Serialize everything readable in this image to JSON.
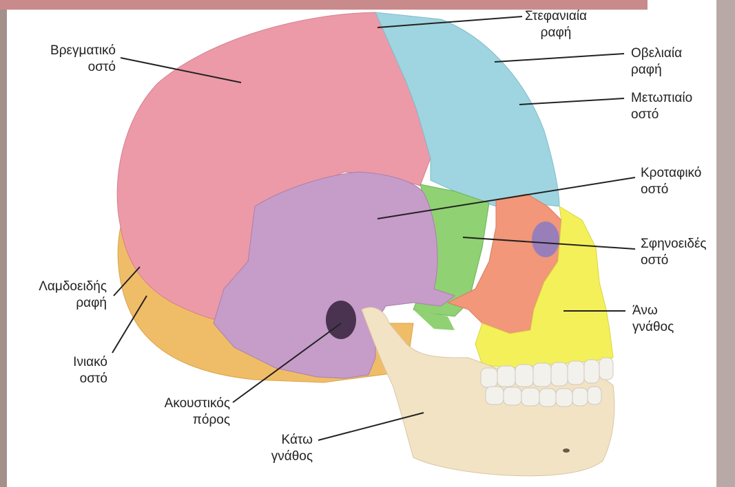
{
  "labels": {
    "coronal_suture": [
      "Στεφανιαία",
      "ραφή"
    ],
    "parietal_bone": [
      "Βρεγματικό",
      "οστό"
    ],
    "sagittal_suture": [
      "Οβελιαία",
      "ραφή"
    ],
    "frontal_bone": [
      "Μετωπιαίο",
      "οστό"
    ],
    "temporal_bone": [
      "Κροταφικό",
      "οστό"
    ],
    "sphenoid_bone": [
      "Σφηνοειδές",
      "οστό"
    ],
    "maxilla": [
      "Άνω",
      "γνάθος"
    ],
    "lambdoid_suture": [
      "Λαμδοειδής",
      "ραφή"
    ],
    "occipital_bone": [
      "Ινιακό",
      "οστό"
    ],
    "acoustic_meatus": [
      "Ακουστικός",
      "πόρος"
    ],
    "mandible": [
      "Κάτω",
      "γνάθος"
    ]
  },
  "colors": {
    "parietal": "#ec9aa8",
    "frontal": "#9fd5e0",
    "temporal": "#c69cc9",
    "sphenoid": "#8fd173",
    "zygomatic": "#f2977a",
    "maxilla": "#f4f05a",
    "occipital": "#efbd67",
    "mandible": "#f2e3c4",
    "teeth": "#f3f1ec",
    "leader": "#222222"
  }
}
